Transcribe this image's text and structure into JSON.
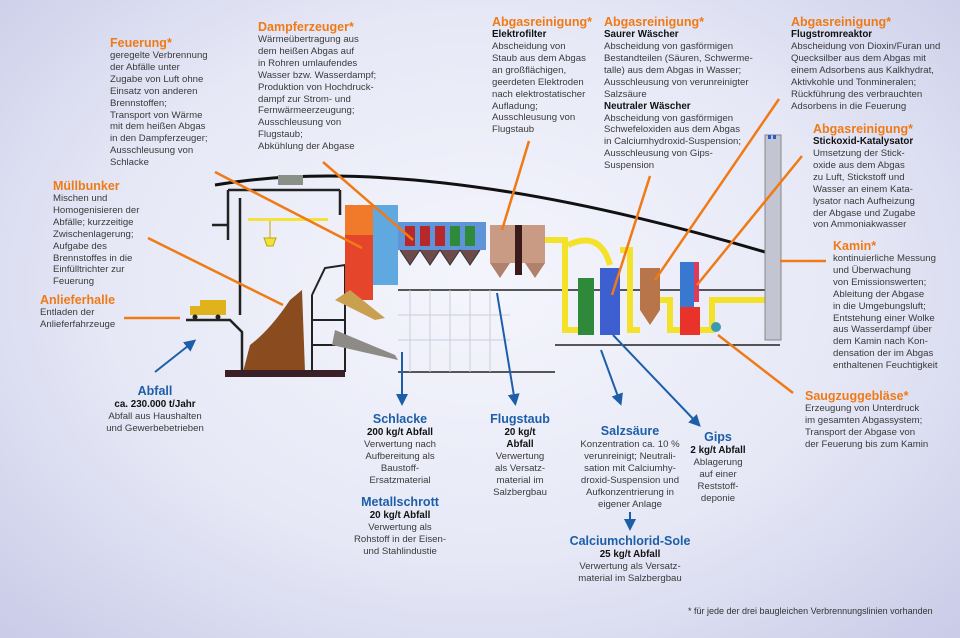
{
  "colors": {
    "callout_title": "#ef7a16",
    "output_title": "#1d5ea8",
    "leader_line": "#ef7a16",
    "arrow": "#1d5ea8"
  },
  "callouts": {
    "feuerung": {
      "title": "Feuerung*",
      "sections": [
        {
          "lines": [
            "geregelte Verbrennung",
            "der Abfälle unter",
            "Zugabe von Luft ohne",
            "Einsatz von anderen",
            "Brennstoffen;",
            "Transport von Wärme",
            "mit dem heißen Abgas",
            "in den Dampferzeuger;",
            "Ausschleusung von",
            "Schlacke"
          ]
        }
      ]
    },
    "dampf": {
      "title": "Dampferzeuger*",
      "sections": [
        {
          "lines": [
            "Wärmeübertragung aus",
            "dem heißen Abgas auf",
            "in Rohren umlaufendes",
            "Wasser bzw. Wasserdampf;",
            "Produktion von Hochdruck-",
            "dampf zur Strom- und",
            "Fernwärmeerzeugung;",
            "Ausschleusung von",
            "Flugstaub;",
            "Abkühlung der Abgase"
          ]
        }
      ]
    },
    "muell": {
      "title": "Müllbunker",
      "sections": [
        {
          "lines": [
            "Mischen und",
            "Homogenisieren der",
            "Abfälle; kurzzeitige",
            "Zwischenlagerung;",
            "Aufgabe des",
            "Brennstoffes in die",
            "Einfülltrichter zur",
            "Feuerung"
          ]
        }
      ]
    },
    "anliefer": {
      "title": "Anlieferhalle",
      "sections": [
        {
          "lines": [
            "Entladen der",
            "Anlieferfahrzeuge"
          ]
        }
      ]
    },
    "elektro": {
      "title": "Abgasreinigung*",
      "sections": [
        {
          "subtitle": "Elektrofilter",
          "lines": [
            "Abscheidung von",
            "Staub aus dem Abgas",
            "an großflächigen,",
            "geerdeten Elektroden",
            "nach elektrostatischer",
            "Aufladung;",
            "Ausschleusung von",
            "Flugstaub"
          ]
        }
      ]
    },
    "saurer": {
      "title": "Abgasreinigung*",
      "sections": [
        {
          "subtitle": "Saurer Wäscher",
          "lines": [
            "Abscheidung von gasförmigen",
            "Bestandteilen (Säuren, Schwerme-",
            "talle) aus dem Abgas in Wasser;",
            "Ausschleusung von verunreinigter",
            "Salzsäure"
          ]
        },
        {
          "subtitle": "Neutraler Wäscher",
          "lines": [
            "Abscheidung von gasförmigen",
            "Schwefeloxiden aus dem Abgas",
            "in Calciumhydroxid-Suspension;",
            "Ausschleusung von Gips-",
            "Suspension"
          ]
        }
      ]
    },
    "flugstrom": {
      "title": "Abgasreinigung*",
      "sections": [
        {
          "subtitle": "Flugstromreaktor",
          "lines": [
            "Abscheidung von Dioxin/Furan und",
            "Quecksilber aus dem Abgas mit",
            "einem Adsorbens aus Kalkhydrat,",
            "Aktivkohle und Tonmineralen;",
            "Rückführung des verbrauchten",
            "Adsorbens in die Feuerung"
          ]
        }
      ]
    },
    "stickoxid": {
      "title": "Abgasreinigung*",
      "sections": [
        {
          "subtitle": "Stickoxid-Katalysator",
          "lines": [
            "Umsetzung der Stick-",
            "oxide aus dem Abgas",
            "zu Luft, Stickstoff und",
            "Wasser an einem Kata-",
            "lysator nach Aufheizung",
            "der Abgase und Zugabe",
            "von Ammoniakwasser"
          ]
        }
      ]
    },
    "kamin": {
      "title": "Kamin*",
      "sections": [
        {
          "lines": [
            "kontinuierliche Messung",
            "und Überwachung",
            "von Emissionswerten;",
            "Ableitung der Abgase",
            "in die Umgebungsluft;",
            "Entstehung einer Wolke",
            "aus Wasserdampf über",
            "dem Kamin nach Kon-",
            "densation der im Abgas",
            "enthaltenen Feuchtigkeit"
          ]
        }
      ]
    },
    "saugzug": {
      "title": "Saugzuggebläse*",
      "sections": [
        {
          "lines": [
            "Erzeugung von Unterdruck",
            "im gesamten Abgassystem;",
            "Transport der Abgase von",
            "der Feuerung bis zum Kamin"
          ]
        }
      ]
    }
  },
  "outputs": {
    "abfall": {
      "title": "Abfall",
      "amount": "ca. 230.000 t/Jahr",
      "lines": [
        "Abfall aus Haushalten",
        "und Gewerbebetrieben"
      ]
    },
    "schlacke": {
      "title": "Schlacke",
      "amount": "200 kg/t Abfall",
      "lines": [
        "Verwertung nach",
        "Aufbereitung als",
        "Baustoff-",
        "Ersatzmaterial"
      ]
    },
    "metall": {
      "title": "Metallschrott",
      "amount": "20 kg/t Abfall",
      "lines": [
        "Verwertung als",
        "Rohstoff in der Eisen-",
        "und Stahlindustie"
      ]
    },
    "flugstaub": {
      "title": "Flugstaub",
      "amount": "20 kg/t\nAbfall",
      "amount_lines": [
        "20 kg/t",
        "Abfall"
      ],
      "lines": [
        "Verwertung",
        "als Versatz-",
        "material im",
        "Salzbergbau"
      ]
    },
    "salz": {
      "title": "Salzsäure",
      "lines": [
        "Konzentration ca. 10 %",
        "verunreinigt; Neutrali-",
        "sation mit Calciumhy-",
        "droxid-Suspension und",
        "Aufkonzentrierung in",
        "eigener Anlage"
      ]
    },
    "gips": {
      "title": "Gips",
      "amount": "2 kg/t Abfall",
      "lines": [
        "Ablagerung",
        "auf einer",
        "Reststoff-",
        "deponie"
      ]
    },
    "calcium": {
      "title": "Calciumchlorid-Sole",
      "amount": "25 kg/t Abfall",
      "lines": [
        "Verwertung als Versatz-",
        "material im Salzbergbau"
      ]
    }
  },
  "footnote": "* für jede der drei baugleichen Verbrennungslinien vorhanden"
}
